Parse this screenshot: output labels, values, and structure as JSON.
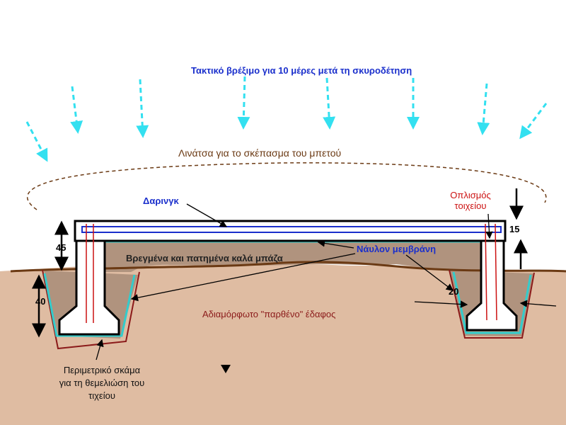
{
  "labels": {
    "watering": "Τακτικό βρέξιμο για 10 μέρες μετά τη σκυροδέτηση",
    "sheet": "Λινάτσα για το σκέπασμα του μπετού",
    "daring": "Δαρινγκ",
    "rebar_line1": "Οπλισμός",
    "rebar_line2": "τοιχείου",
    "compacted": "Βρεγμένα και πατημένα καλά μπάζα",
    "membrane": "Νάυλον μεμβράνη",
    "soil": "Αδιαμόρφωτο \"παρθένο\" έδαφος",
    "trench_line1": "Περιμετρικό σκάμα",
    "trench_line2": "για τη θεμελιώση του",
    "trench_line3": "τιχείου"
  },
  "dimensions": {
    "left_top": "45",
    "left_bottom": "40",
    "right_slab": "15",
    "right_wall": "20"
  },
  "colors": {
    "water_arrows": "#33e0f0",
    "soil": "#dfbca2",
    "fill": "#b0937e",
    "sheet_line": "#6b3a14",
    "membrane": "#33cccc",
    "ground_line": "#6b3a14",
    "title_blue": "#1a2fcc",
    "rebar_red": "#cc1111",
    "soil_label": "#8b1a1a"
  }
}
